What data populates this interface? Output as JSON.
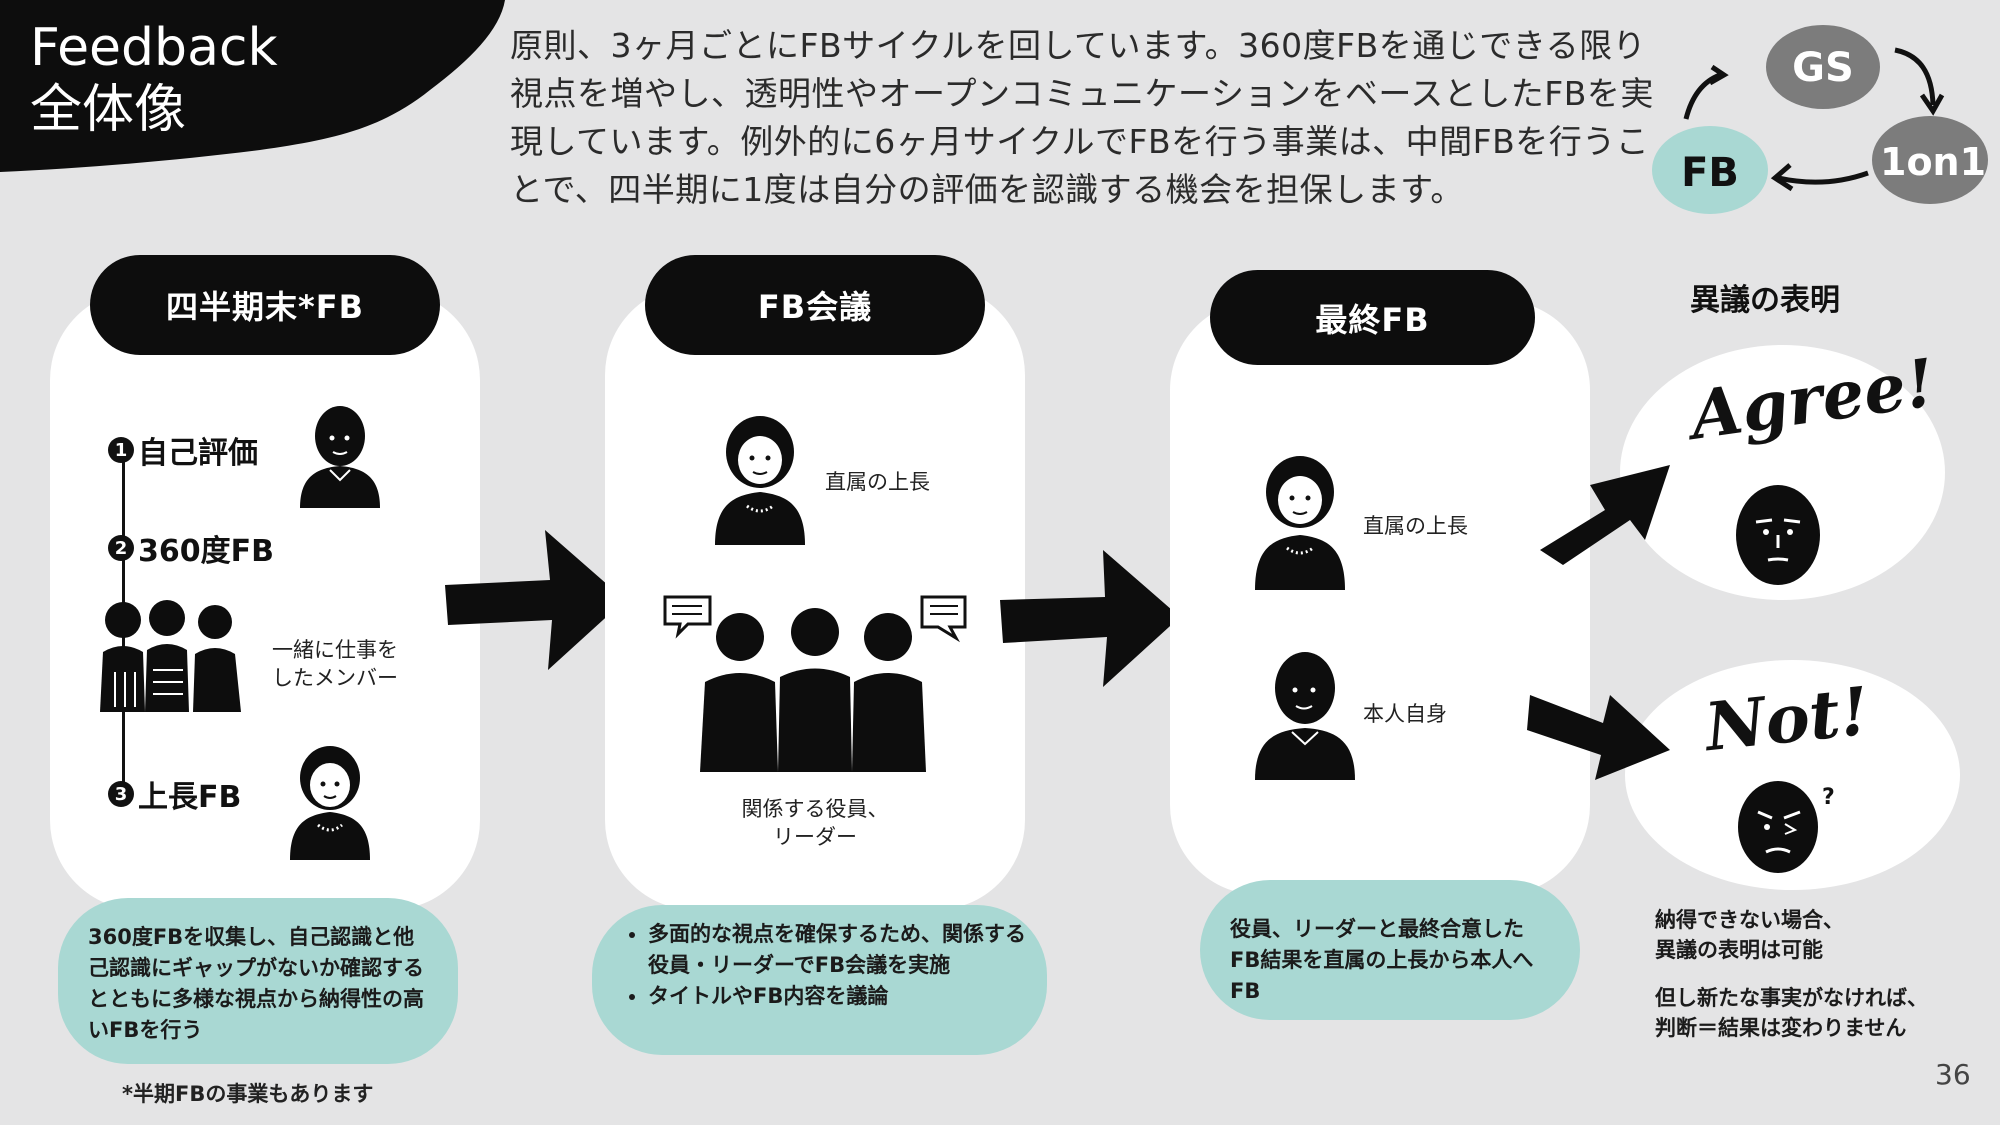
{
  "header": {
    "title_line1": "Feedback",
    "title_line2": "全体像",
    "intro_text": "原則、3ヶ月ごとにFBサイクルを回しています。360度FBを通じできる限り視点を増やし、透明性やオープンコミュニケーションをベースとしたFBを実現しています。例外的に6ヶ月サイクルでFBを行う事業は、中間FBを行うことで、四半期に1度は自分の評価を認識する機会を担保します。"
  },
  "cycle": {
    "gs": "GS",
    "one_on_one": "1on1",
    "fb": "FB"
  },
  "col1": {
    "title": "四半期末*FB",
    "step1": "自己評価",
    "step2": "360度FB",
    "step3": "上長FB",
    "num1": "1",
    "num2": "2",
    "num3": "3",
    "members_line1": "一緒に仕事を",
    "members_line2": "したメンバー",
    "note": "360度FBを収集し、自己認識と他己認識にギャップがないか確認するとともに多様な視点から納得性の高いFBを行う",
    "footnote": "*半期FBの事業もあります"
  },
  "col2": {
    "title": "FB会議",
    "boss_label": "直属の上長",
    "group_line1": "関係する役員、",
    "group_line2": "リーダー",
    "bullets": [
      "多面的な視点を確保するため、関係する役員・リーダーでFB会議を実施",
      "タイトルやFB内容を議論"
    ]
  },
  "col3": {
    "title": "最終FB",
    "boss_label": "直属の上長",
    "self_label": "本人自身",
    "note": "役員、リーダーと最終合意したFB結果を直属の上長から本人へFB"
  },
  "col4": {
    "title": "異議の表明",
    "agree": "Agree!",
    "not": "Not!",
    "note1_line1": "納得できない場合、",
    "note1_line2": "異議の表明は可能",
    "note2_line1": "但し新たな事実がなければ、",
    "note2_line2": "判断＝結果は変わりません"
  },
  "page_number": "36",
  "colors": {
    "background": "#e4e4e5",
    "black": "#0d0d0d",
    "teal": "#a9d8d3",
    "gray_bubble": "#7c7c7c"
  }
}
